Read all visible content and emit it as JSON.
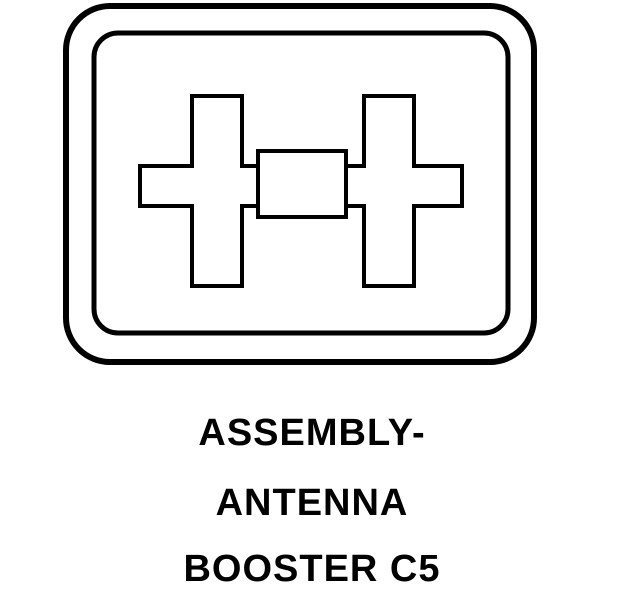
{
  "symbol": {
    "icon": "antenna-booster-assembly-icon",
    "stroke_color": "#000000",
    "background_color": "#ffffff"
  },
  "caption": {
    "line1": "ASSEMBLY-",
    "line2": "ANTENNA",
    "line3": "BOOSTER C5"
  }
}
